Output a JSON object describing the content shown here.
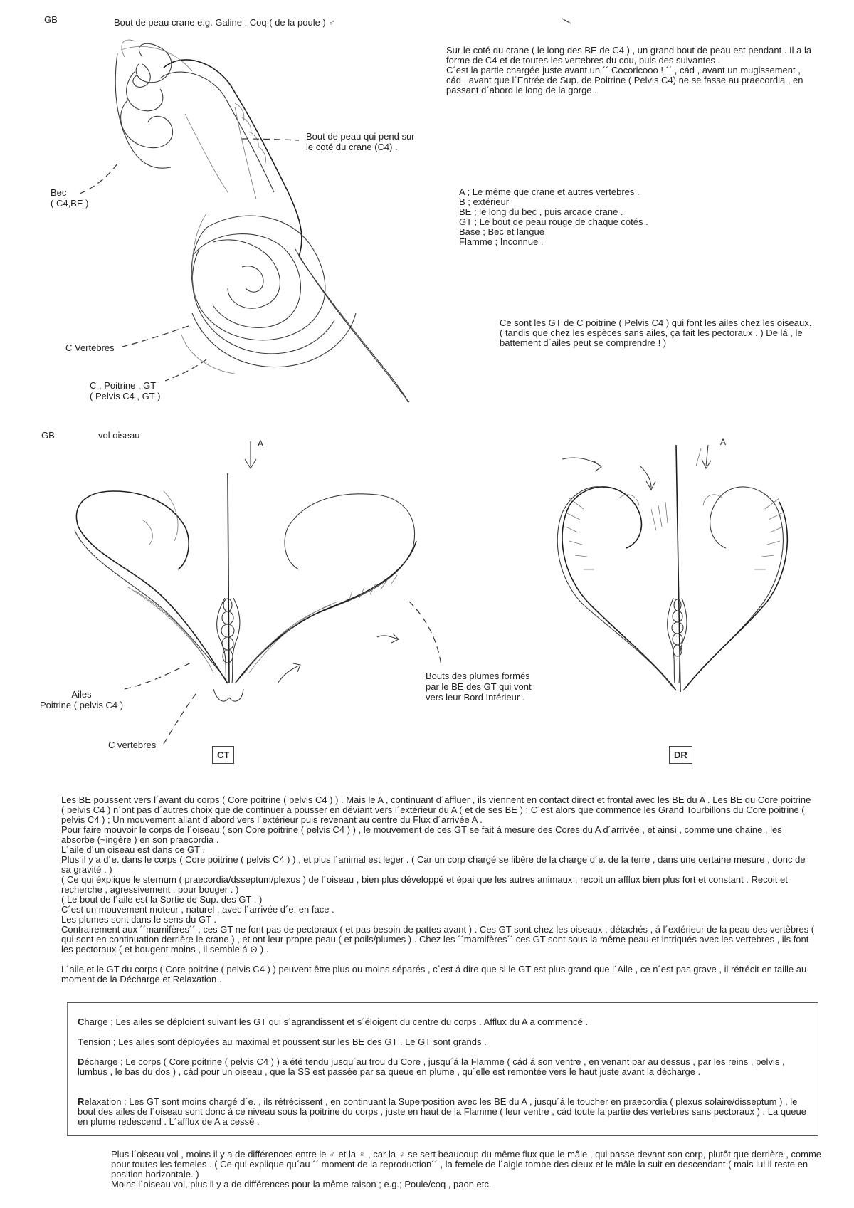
{
  "sections": {
    "s1": {
      "tag": "GB",
      "title": "Bout de peau crane  e.g. Galine , Coq ( de la poule )",
      "male_symbol": "♂"
    },
    "s2": {
      "tag": "GB",
      "title": "vol oiseau"
    }
  },
  "notes": {
    "crane_desc": "Sur le coté du crane ( le long des BE de C4 ) , un grand bout de peau est pendant . Il a la forme de C4 et de toutes les vertebres du cou, puis des suivantes .\nC´est la partie chargée juste avant un ´´ Cocoricooo ! ´´ , cád , avant un mugissement , cád , avant que l´Entrée de Sup. de Poitrine ( Pelvis C4) ne se fasse au praecordia , en passant d´abord le long de la gorge .",
    "legend": "A ;  Le même que crane et autres vertebres .\nB ;  extérieur\nBE ;  le long du bec , puis arcade crane .\nGT ;  Le bout de peau rouge de chaque cotés .\nBase ;  Bec et langue\nFlamme ;  Inconnue .",
    "gt_wings": "Ce sont les GT de C poitrine ( Pelvis C4 ) qui font les ailes chez les oiseaux. ( tandis que chez les espèces sans ailes, ça fait les pectoraux . ) De lá , le battement d´ailes peut se comprendre ! )"
  },
  "labels": {
    "bout_peau": "Bout de peau qui pend sur\nle coté du crane (C4) .",
    "bec": "Bec\n( C4,BE )",
    "c_vertebres": "C Vertebres",
    "c_poitrine": "C , Poitrine , GT\n( Pelvis C4 , GT )",
    "ailes": "Ailes\nPoitrine ( pelvis C4 )",
    "c_vertebres_2": "C vertebres",
    "bouts_plumes": "Bouts des plumes formés\npar le BE des GT qui vont\nvers leur Bord Intérieur .",
    "arrow_a_1": "A",
    "arrow_a_2": "A",
    "ct": "CT",
    "dr": "DR"
  },
  "body_paragraphs": [
    "Les BE poussent vers l´avant du corps ( Core poitrine ( pelvis C4 ) ) . Mais le A , continuant d´affluer , ils viennent en contact direct et frontal avec les BE du A . Les BE du Core poitrine ( pelvis C4 ) n´ont pas d´autres choix que de continuer a pousser en déviant vers l´extérieur du A ( et de ses BE ) ; C´est alors que commence les Grand Tourbillons du Core poitrine ( pelvis C4 ) ; Un mouvement allant d´abord vers l´extérieur puis revenant au centre du Flux d´arrivée A .",
    "Pour faire mouvoir le corps de l´oiseau ( son Core poitrine ( pelvis C4 ) ) , le mouvement de ces GT se fait á mesure des Cores du A d´arrivée , et ainsi , comme une chaine , les absorbe (~ingère ) en son praecordia .",
    "L´aile d´un oiseau est dans ce GT .",
    "Plus il y a d´e. dans le corps ( Core poitrine ( pelvis C4 ) ) , et plus l´animal est leger . ( Car un corp chargé se libère de la charge d´e. de la terre , dans une certaine mesure , donc de sa gravité . )",
    "( Ce qui éxplique le sternum ( praecordia/dsseptum/plexus ) de l´oiseau , bien plus développé et épai que les autres animaux , recoit un afflux bien plus fort et constant . Recoit et recherche , agressivement , pour bouger . )",
    "( Le bout de l´aile est la Sortie de Sup. des GT . )",
    "C´est un mouvement moteur , naturel , avec l´arrivée d´e. en face .",
    "Les plumes sont dans le sens du GT .",
    "Contrairement aux ´´mamifères´´ , ces GT ne font pas de pectoraux ( et pas besoin de pattes avant ) . Ces GT sont chez les oiseaux , détachés , á l´extérieur de la peau des vertèbres ( qui sont en continuation derrière le crane ) , et ont leur propre peau ( et poils/plumes ) . Chez les ´´mamifères´´ ces GT sont sous la même peau et intriqués avec les vertebres , ils font les pectoraux ( et bougent moins , il semble á  ⊙  ) .",
    "L´aile et le GT du corps ( Core poitrine ( pelvis C4 ) ) peuvent être plus ou moins séparés , c´est á dire que si le GT est plus grand que l´Aile , ce n´est pas grave , il rétrécit en taille au moment de la Décharge et Relaxation ."
  ],
  "phases": [
    {
      "initial": "C",
      "rest": "harge ;  Les ailes se déploient suivant les GT qui s´agrandissent et s´éloigent du centre du corps . Afflux du A a commencé ."
    },
    {
      "initial": "T",
      "rest": "ension ;  Les ailes sont déployées au maximal et poussent sur les BE des GT . Le GT sont grands ."
    },
    {
      "initial": "D",
      "rest": "écharge ;  Le corps ( Core poitrine ( pelvis C4 ) ) a été tendu jusqu´au trou du Core , jusqu´á la Flamme ( cád á son ventre , en venant par au dessus , par les reins , pelvis , lumbus , le bas du dos ) , cád pour un oiseau , que la SS est passée par sa queue en plume , qu´elle est remontée vers le haut juste avant la décharge ."
    },
    {
      "initial": "R",
      "rest": "elaxation ;  Les GT sont moins chargé d´e. , ils rétrécissent , en continuant la Superposition avec les BE du A , jusqu´á le toucher en praecordia ( plexus solaire/disseptum ) , le bout des ailes de l´oiseau sont donc á ce niveau sous la poitrine du corps , juste en haut de la Flamme ( leur ventre , cád toute la partie des vertebres sans pectoraux ) . La queue en plume redescend . L´afflux de A a cessé ."
    }
  ],
  "closing": {
    "line1_a": "Plus l´oiseau vol , moins il y a de différences entre le ",
    "male_symbol": "♂",
    "line1_b": " et la ",
    "female_symbol": "♀",
    "line1_c": " , car la ",
    "line1_d": "  se sert  beaucoup du même flux que le mâle , qui passe devant son corp, plutôt que derrière , comme pour toutes les femeles . ( Ce qui explique qu´au ´´ moment de la reproduction´´ , la femele de l´aigle tombe des cieux et le mâle la suit en descendant ( mais lui il reste en position horizontale. )",
    "line2": "Moins l´oiseau vol, plus il y a de différences pour la même raison ; e.g.; Poule/coq , paon etc."
  }
}
